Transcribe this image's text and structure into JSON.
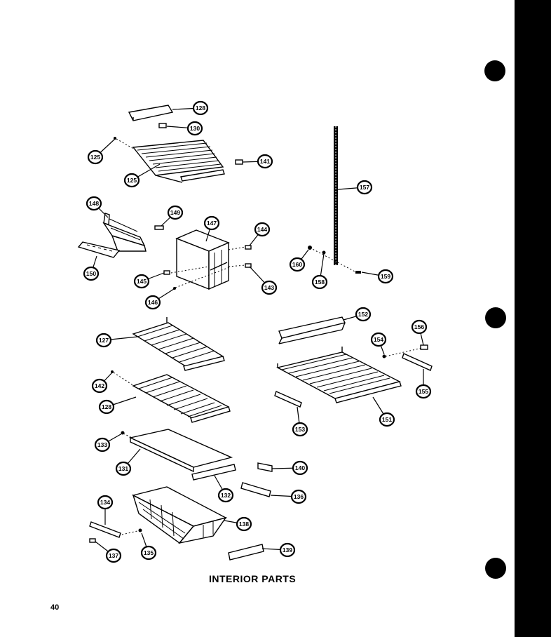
{
  "title": "INTERIOR PARTS",
  "page_number": "40",
  "colors": {
    "ink": "#000000",
    "paper": "#ffffff"
  },
  "callouts": [
    {
      "id": "c128a",
      "label": "128"
    },
    {
      "id": "c130",
      "label": "130"
    },
    {
      "id": "c125a",
      "label": "125"
    },
    {
      "id": "c125b",
      "label": "125"
    },
    {
      "id": "c141",
      "label": "141"
    },
    {
      "id": "c148",
      "label": "148"
    },
    {
      "id": "c149",
      "label": "149"
    },
    {
      "id": "c150",
      "label": "150"
    },
    {
      "id": "c147",
      "label": "147"
    },
    {
      "id": "c144",
      "label": "144"
    },
    {
      "id": "c145",
      "label": "145"
    },
    {
      "id": "c143",
      "label": "143"
    },
    {
      "id": "c146",
      "label": "146"
    },
    {
      "id": "c157",
      "label": "157"
    },
    {
      "id": "c160",
      "label": "160"
    },
    {
      "id": "c158",
      "label": "158"
    },
    {
      "id": "c159",
      "label": "159"
    },
    {
      "id": "c127",
      "label": "127"
    },
    {
      "id": "c142",
      "label": "142"
    },
    {
      "id": "c128b",
      "label": "128"
    },
    {
      "id": "c152",
      "label": "152"
    },
    {
      "id": "c154",
      "label": "154"
    },
    {
      "id": "c156",
      "label": "156"
    },
    {
      "id": "c155",
      "label": "155"
    },
    {
      "id": "c151",
      "label": "151"
    },
    {
      "id": "c153",
      "label": "153"
    },
    {
      "id": "c133",
      "label": "133"
    },
    {
      "id": "c131",
      "label": "131"
    },
    {
      "id": "c140",
      "label": "140"
    },
    {
      "id": "c132",
      "label": "132"
    },
    {
      "id": "c136",
      "label": "136"
    },
    {
      "id": "c134",
      "label": "134"
    },
    {
      "id": "c138",
      "label": "138"
    },
    {
      "id": "c139",
      "label": "139"
    },
    {
      "id": "c135",
      "label": "135"
    },
    {
      "id": "c137",
      "label": "137"
    }
  ]
}
